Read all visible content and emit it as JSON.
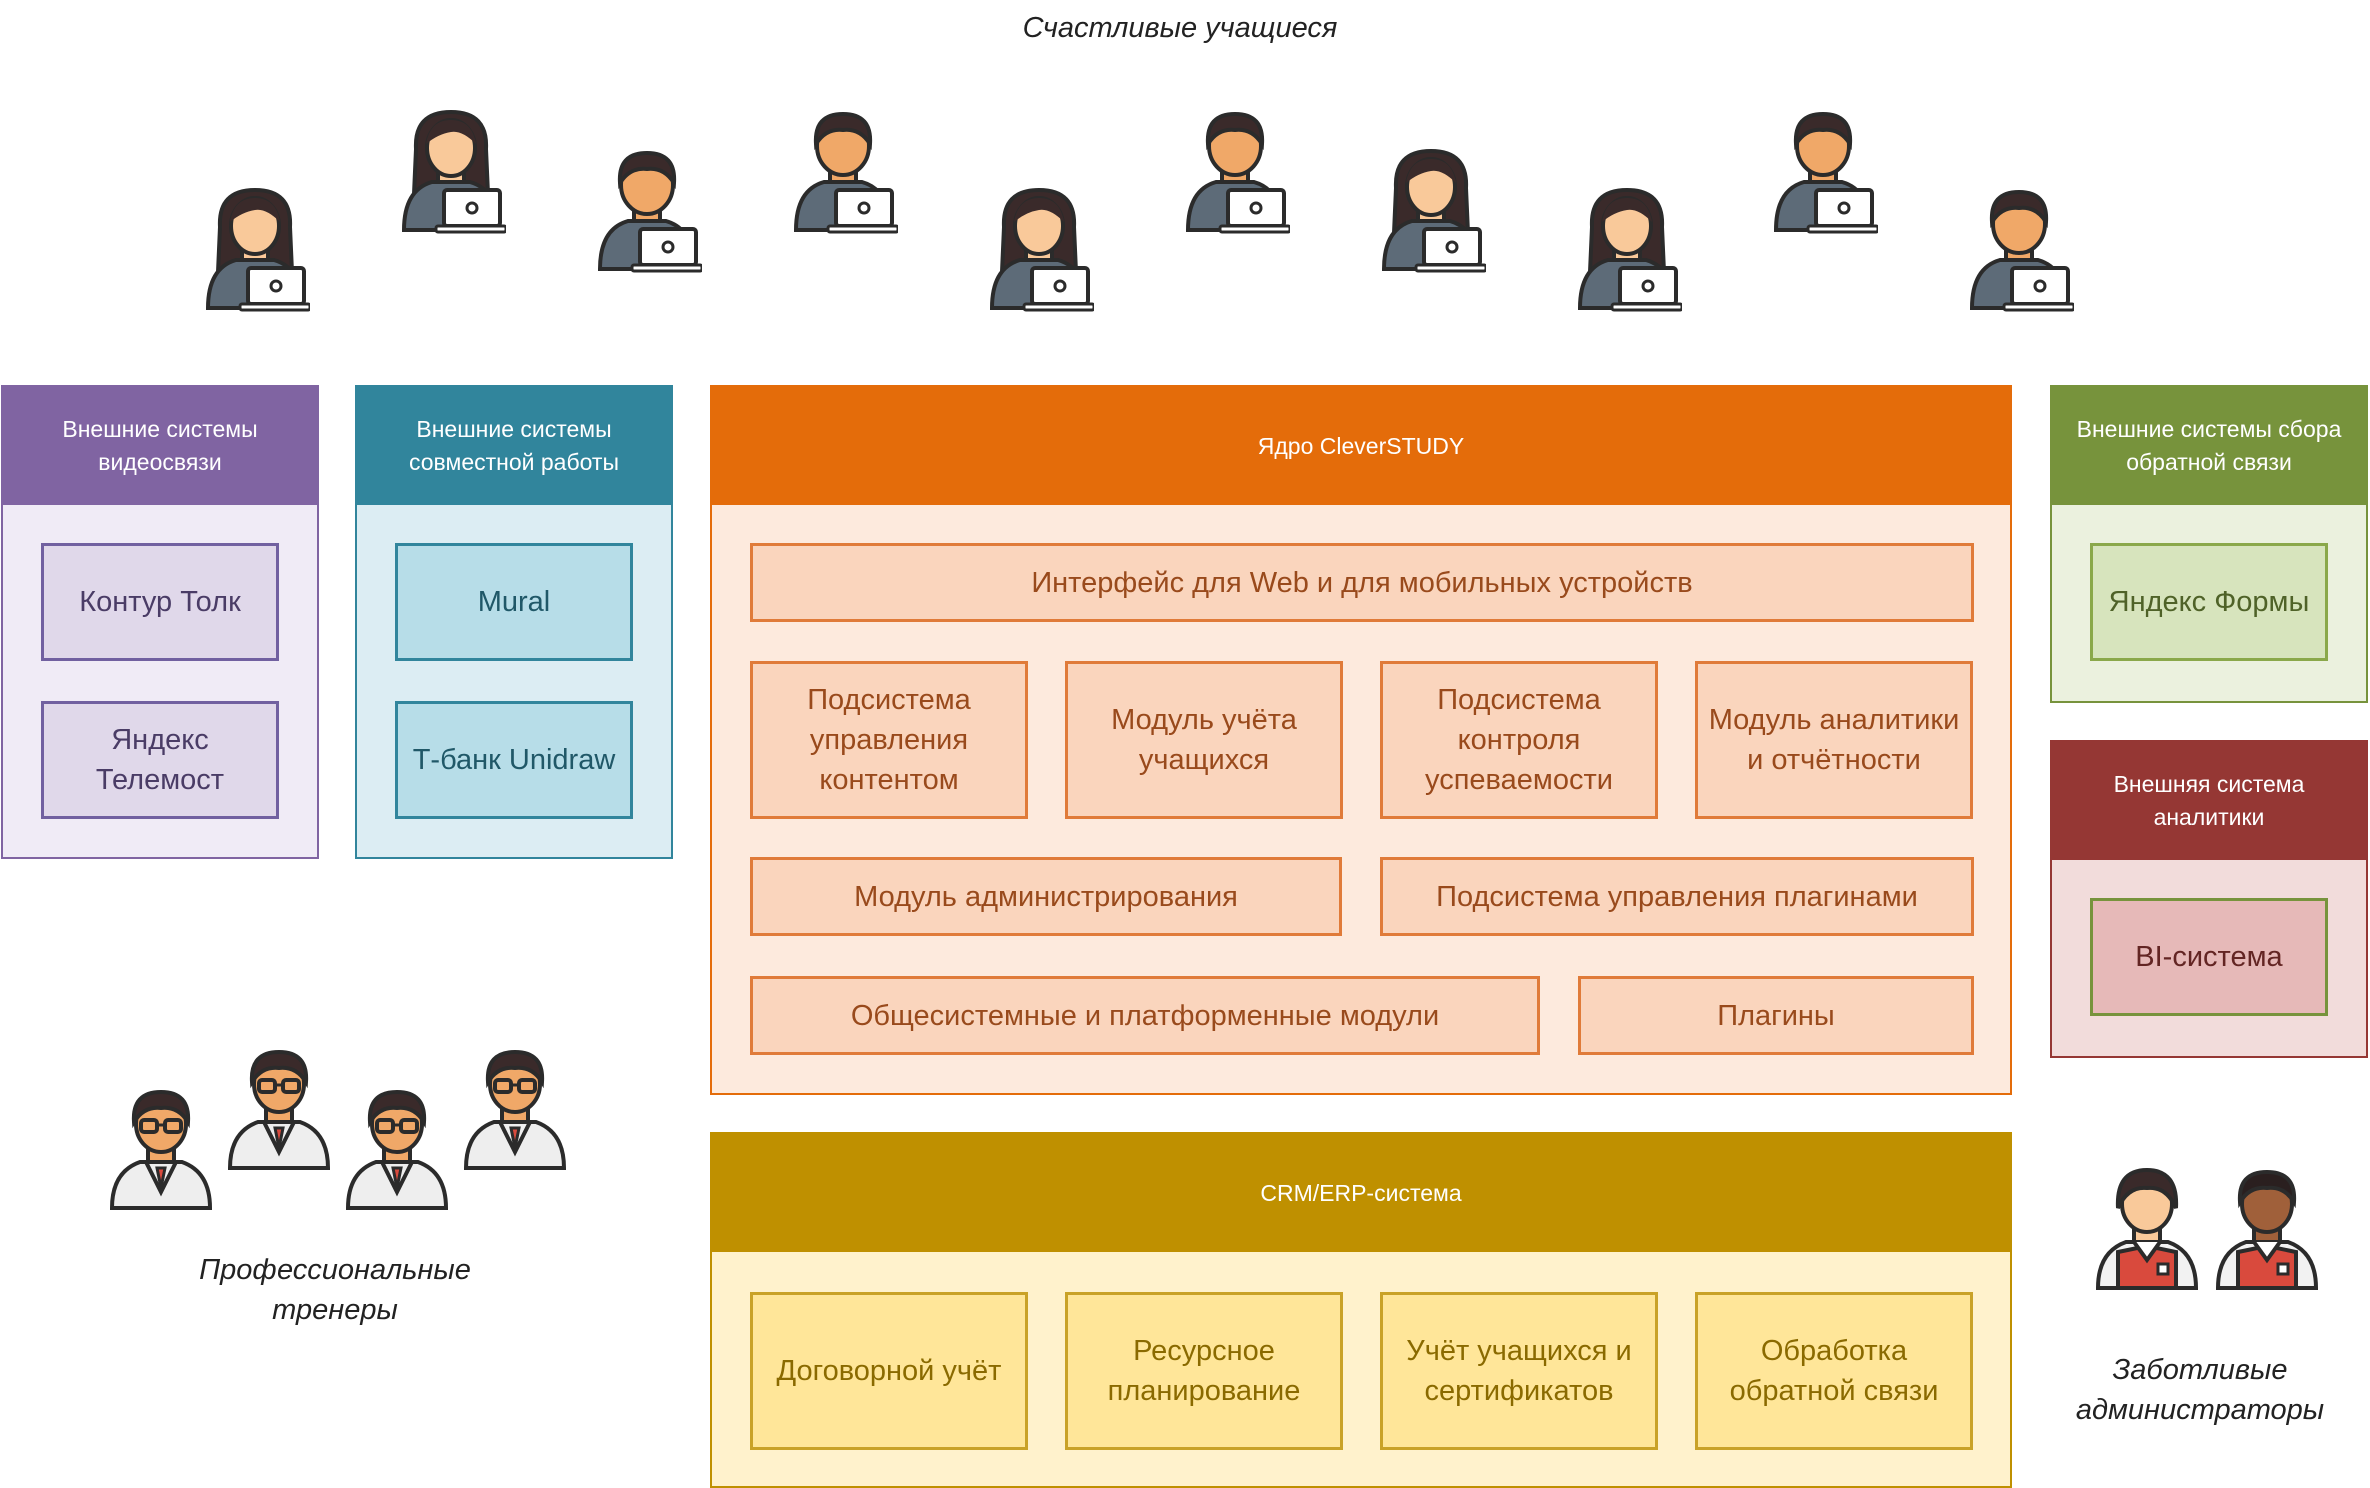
{
  "captions": {
    "students": "Счастливые учащиеся",
    "trainers": "Профессиональные тренеры",
    "admins": "Заботливые администраторы"
  },
  "video": {
    "title": "Внешние системы видеосвязи",
    "items": [
      "Контур Толк",
      "Яндекс Телемост"
    ]
  },
  "collab": {
    "title": "Внешние системы совместной работы",
    "items": [
      "Mural",
      "Т-банк Unidraw"
    ]
  },
  "core": {
    "title": "Ядро CleverSTUDY",
    "interface": "Интерфейс для Web и для мобильных устройств",
    "modules": [
      "Подсистема управления контентом",
      "Модуль учёта учащихся",
      "Подсистема контроля успеваемости",
      "Модуль аналитики и отчётности"
    ],
    "admin": "Модуль администрирования",
    "plugin_mgmt": "Подсистема управления плагинами",
    "platform": "Общесистемные и платформенные модули",
    "plugins": "Плагины"
  },
  "crm": {
    "title": "CRM/ERP-система",
    "items": [
      "Договорной учёт",
      "Ресурсное планирование",
      "Учёт учащихся и сертификатов",
      "Обработка обратной связи"
    ]
  },
  "feedback": {
    "title": "Внешние системы сбора обратной связи",
    "items": [
      "Яндекс Формы"
    ]
  },
  "analytics": {
    "title": "Внешняя система аналитики",
    "items": [
      "BI-система"
    ]
  },
  "colors": {
    "video": "#8064a2",
    "collab": "#31859c",
    "core": "#e46c0a",
    "crm": "#bf9000",
    "feedback": "#77933c",
    "analytics": "#953734"
  },
  "icons": [
    "student-icon",
    "trainer-icon",
    "administrator-icon"
  ]
}
